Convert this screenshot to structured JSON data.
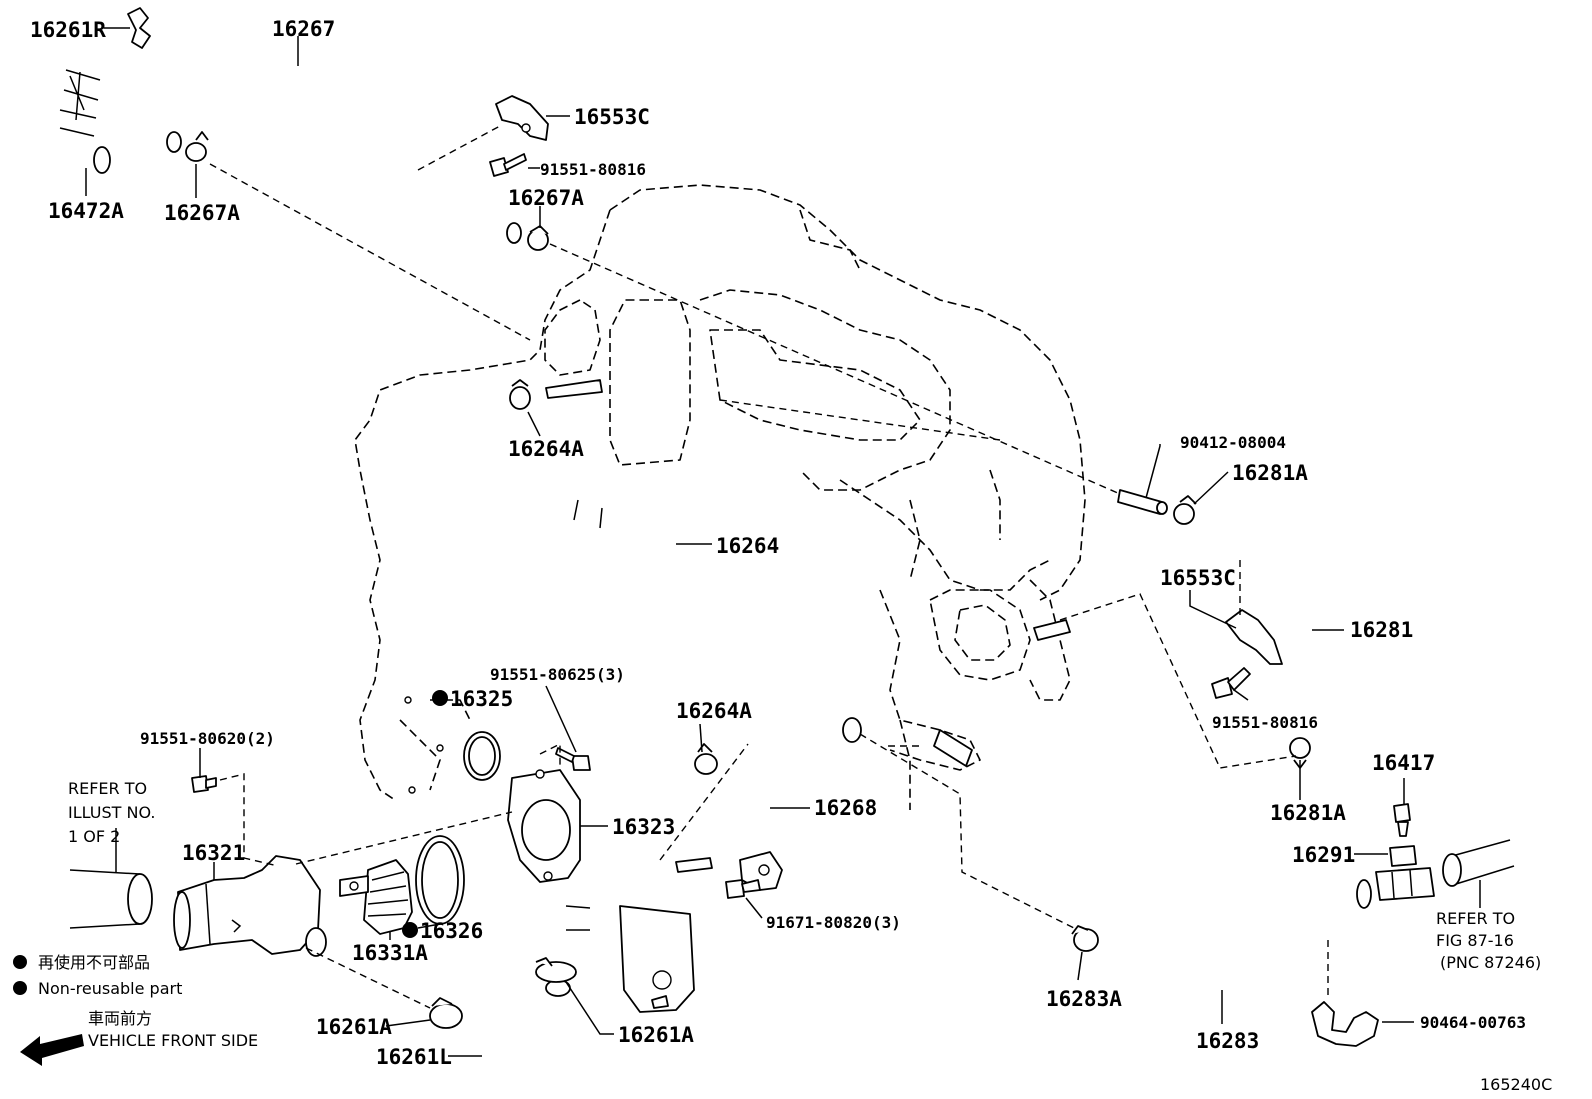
{
  "labels": {
    "p16261R": "16261R",
    "p16267": "16267",
    "p16472A": "16472A",
    "p16267A_a": "16267A",
    "p16553C_a": "16553C",
    "p91551_80816_a": "91551-80816",
    "p16267A_b": "16267A",
    "p16264A_a": "16264A",
    "p16264": "16264",
    "p90412_08004": "90412-08004",
    "p16281A_a": "16281A",
    "p16553C_b": "16553C",
    "p16281": "16281",
    "p91551_80816_b": "91551-80816",
    "p16281A_b": "16281A",
    "p16417": "16417",
    "p16291": "16291",
    "p16325": "16325",
    "p91551_80625": "91551-80625(3)",
    "p16264A_b": "16264A",
    "p91551_80620": "91551-80620(2)",
    "p16268": "16268",
    "p16323": "16323",
    "p16321": "16321",
    "p16326": "16326",
    "p16331A": "16331A",
    "p91671_80820": "91671-80820(3)",
    "p16283A": "16283A",
    "p16261A_a": "16261A",
    "p16261A_b": "16261A",
    "p16261L": "16261L",
    "p16283": "16283",
    "p90464_00763": "90464-00763"
  },
  "notes": {
    "refer_illust_1": "REFER TO",
    "refer_illust_2": "ILLUST NO.",
    "refer_illust_3": "1 OF 2",
    "refer_fig_1": "REFER TO",
    "refer_fig_2": "FIG 87-16",
    "refer_fig_3": "(PNC 87246)",
    "legend_jp": "再使用不可部品",
    "legend_en": "Non-reusable part",
    "front_jp": "車両前方",
    "front_en": "VEHICLE FRONT SIDE",
    "illust_code": "165240C"
  }
}
